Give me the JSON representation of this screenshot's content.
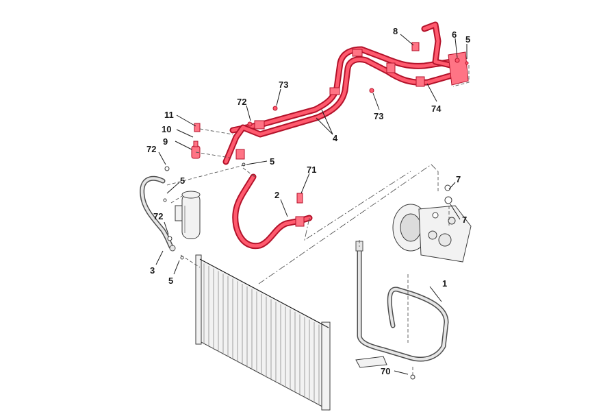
{
  "callouts": [
    {
      "id": "c1",
      "text": "1"
    },
    {
      "id": "c2",
      "text": "2"
    },
    {
      "id": "c3",
      "text": "3"
    },
    {
      "id": "c4",
      "text": "4"
    },
    {
      "id": "c5a",
      "text": "5"
    },
    {
      "id": "c5b",
      "text": "5"
    },
    {
      "id": "c5c",
      "text": "5"
    },
    {
      "id": "c5d",
      "text": "5"
    },
    {
      "id": "c6",
      "text": "6"
    },
    {
      "id": "c7a",
      "text": "7"
    },
    {
      "id": "c7b",
      "text": "7"
    },
    {
      "id": "c8",
      "text": "8"
    },
    {
      "id": "c9",
      "text": "9"
    },
    {
      "id": "c10",
      "text": "10"
    },
    {
      "id": "c11",
      "text": "11"
    },
    {
      "id": "c70",
      "text": "70"
    },
    {
      "id": "c71",
      "text": "71"
    },
    {
      "id": "c72a",
      "text": "72"
    },
    {
      "id": "c72b",
      "text": "72"
    },
    {
      "id": "c72c",
      "text": "72"
    },
    {
      "id": "c73a",
      "text": "73"
    },
    {
      "id": "c73b",
      "text": "73"
    },
    {
      "id": "c74",
      "text": "74"
    }
  ],
  "colors": {
    "highlight_pipe": "#ff5a6e",
    "highlight_outline": "#b3122a",
    "part_outline": "#3a3a3a",
    "background": "#ffffff"
  }
}
